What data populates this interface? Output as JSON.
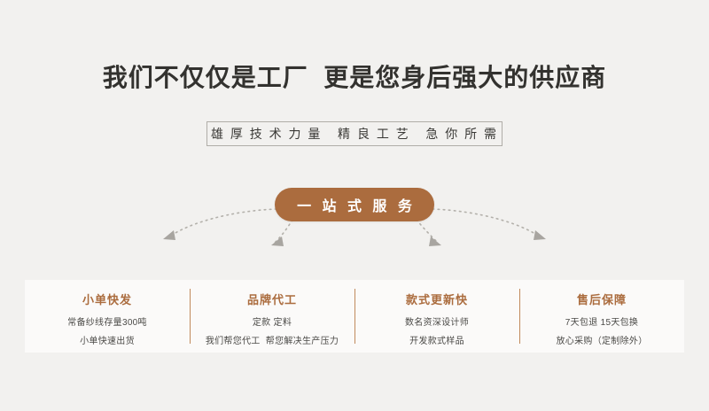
{
  "page": {
    "background_color": "#f2f1ef",
    "accent_color": "#ab6c3e"
  },
  "headline": "我们不仅仅是工厂  更是您身后强大的供应商",
  "subtitle": "雄 厚 技 术 力 量   精 良 工 艺   急 你 所 需",
  "pill": {
    "label": "一 站 式 服 务",
    "background_color": "#ab6c3e",
    "text_color": "#ffffff"
  },
  "connectors": {
    "style": "dotted-arc",
    "color": "#b3b0aa",
    "arrow_color": "#a8a5a0",
    "count": 4
  },
  "cards": [
    {
      "title": "小单快发",
      "lines": [
        "常备纱线存量300吨",
        "小单快速出货"
      ]
    },
    {
      "title": "品牌代工",
      "lines": [
        "定款 定料",
        "我们帮您代工  帮您解决生产压力"
      ]
    },
    {
      "title": "款式更新快",
      "lines": [
        "数名资深设计师",
        "开发款式样品"
      ]
    },
    {
      "title": "售后保障",
      "lines": [
        "7天包退 15天包换",
        "放心采购（定制除外）"
      ]
    }
  ]
}
